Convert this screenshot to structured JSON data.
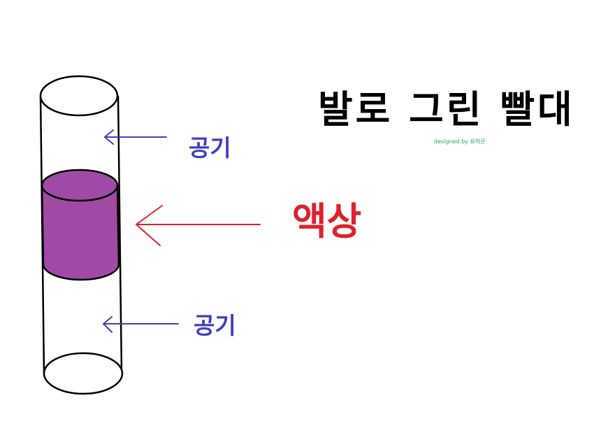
{
  "title": "발로 그린 빨대",
  "credit": "designed by 유하은",
  "labels": {
    "air_top": "공기",
    "liquid": "액상",
    "air_bottom": "공기"
  },
  "colors": {
    "outline": "#000000",
    "liquid_fill": "#a04aa6",
    "arrow_air": "#4040c0",
    "arrow_liquid": "#e0202a",
    "title_text": "#000000",
    "credit_text": "#22a34a"
  }
}
